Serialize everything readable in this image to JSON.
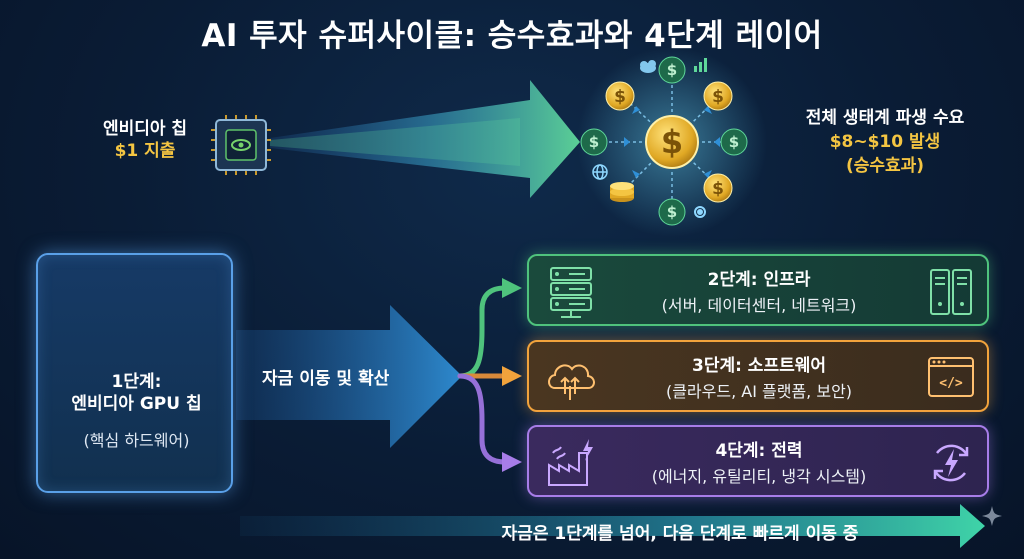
{
  "title": "AI 투자 슈퍼사이클: 승수효과와 4단계 레이어",
  "chip_label": {
    "line1": "엔비디아 칩",
    "line2": "$1 지출"
  },
  "ecosystem": {
    "line1": "전체 생태계 파생 수요",
    "line2": "$8~$10 발생",
    "line3": "(승수효과)"
  },
  "stage1": {
    "line1": "1단계:",
    "line2": "엔비디아 GPU 칩",
    "sub": "(핵심 하드웨어)"
  },
  "flow_label": "자금 이동 및 확산",
  "stages": [
    {
      "title": "2단계: 인프라",
      "sub": "(서버, 데이터센터, 네트워크)",
      "color": "#4fc37d"
    },
    {
      "title": "3단계: 소프트웨어",
      "sub": "(클라우드, AI 플랫폼, 보안)",
      "color": "#f2a33c"
    },
    {
      "title": "4단계: 전력",
      "sub": "(에너지, 유틸리티, 냉각 시스템)",
      "color": "#a77de8"
    }
  ],
  "bottom_text": "자금은 1단계를 넘어, 다음 단계로 빠르게 이동 중",
  "icons": {
    "dollar_symbol": "$",
    "code_symbol": "</>"
  }
}
